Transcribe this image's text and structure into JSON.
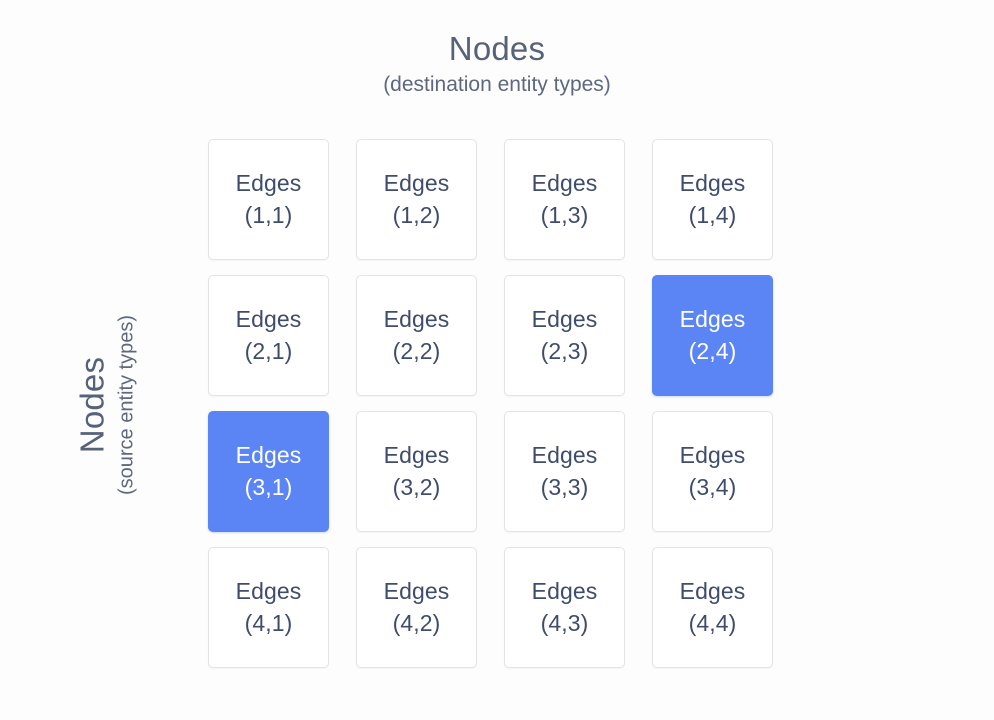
{
  "figure": {
    "background_color": "#fdfdfd",
    "highlight_color": "#5b84f5",
    "cell_text_color": "#3f4c6b",
    "cell_border_color": "#e3e4e6",
    "axis_label_color": "#56617a"
  },
  "top_axis": {
    "title": "Nodes",
    "subtitle": "(destination entity types)"
  },
  "left_axis": {
    "title": "Nodes",
    "subtitle": "(source entity types)"
  },
  "matrix": {
    "rows": 4,
    "columns": 4,
    "cell_label": "Edges",
    "cells": [
      {
        "label": "Edges",
        "coords": "(1,1)",
        "row": 1,
        "col": 1,
        "highlighted": false
      },
      {
        "label": "Edges",
        "coords": "(1,2)",
        "row": 1,
        "col": 2,
        "highlighted": false
      },
      {
        "label": "Edges",
        "coords": "(1,3)",
        "row": 1,
        "col": 3,
        "highlighted": false
      },
      {
        "label": "Edges",
        "coords": "(1,4)",
        "row": 1,
        "col": 4,
        "highlighted": false
      },
      {
        "label": "Edges",
        "coords": "(2,1)",
        "row": 2,
        "col": 1,
        "highlighted": false
      },
      {
        "label": "Edges",
        "coords": "(2,2)",
        "row": 2,
        "col": 2,
        "highlighted": false
      },
      {
        "label": "Edges",
        "coords": "(2,3)",
        "row": 2,
        "col": 3,
        "highlighted": false
      },
      {
        "label": "Edges",
        "coords": "(2,4)",
        "row": 2,
        "col": 4,
        "highlighted": true
      },
      {
        "label": "Edges",
        "coords": "(3,1)",
        "row": 3,
        "col": 1,
        "highlighted": true
      },
      {
        "label": "Edges",
        "coords": "(3,2)",
        "row": 3,
        "col": 2,
        "highlighted": false
      },
      {
        "label": "Edges",
        "coords": "(3,3)",
        "row": 3,
        "col": 3,
        "highlighted": false
      },
      {
        "label": "Edges",
        "coords": "(3,4)",
        "row": 3,
        "col": 4,
        "highlighted": false
      },
      {
        "label": "Edges",
        "coords": "(4,1)",
        "row": 4,
        "col": 1,
        "highlighted": false
      },
      {
        "label": "Edges",
        "coords": "(4,2)",
        "row": 4,
        "col": 2,
        "highlighted": false
      },
      {
        "label": "Edges",
        "coords": "(4,3)",
        "row": 4,
        "col": 3,
        "highlighted": false
      },
      {
        "label": "Edges",
        "coords": "(4,4)",
        "row": 4,
        "col": 4,
        "highlighted": false
      }
    ]
  }
}
